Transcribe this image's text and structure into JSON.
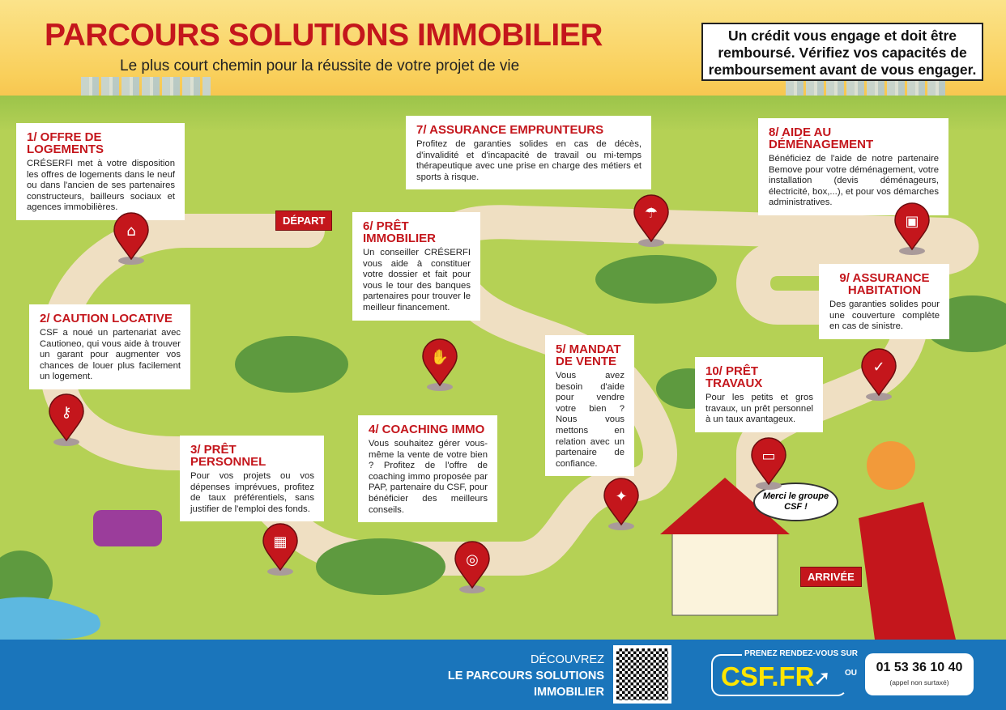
{
  "header": {
    "title": "PARCOURS SOLUTIONS IMMOBILIER",
    "subtitle": "Le plus court chemin pour la réussite de votre projet de vie",
    "warning": "Un crédit vous engage et doit être remboursé. Vérifiez vos capacités de remboursement avant de vous engager."
  },
  "signs": {
    "start": "DÉPART",
    "end": "ARRIVÉE",
    "bubble": "Merci le groupe CSF !"
  },
  "steps": [
    {
      "title": "1/ OFFRE DE LOGEMENTS",
      "text": "CRÉSERFI met à votre disposition les offres de logements dans le neuf ou dans l'ancien de ses partenaires constructeurs, bailleurs sociaux et agences immobilières.",
      "icon": "house-icon"
    },
    {
      "title": "2/ CAUTION LOCATIVE",
      "text": "CSF a noué un partenariat avec Cautioneo, qui vous aide à trouver un garant pour augmenter vos chances de louer plus facilement un logement.",
      "icon": "key-icon"
    },
    {
      "title": "3/ PRÊT PERSONNEL",
      "text": "Pour vos projets ou vos dépenses imprévues, profitez de taux préférentiels, sans justifier de l'emploi des fonds.",
      "icon": "calculator-icon"
    },
    {
      "title": "4/ COACHING IMMO",
      "text": "Vous souhaitez gérer vous-même la vente de votre bien ? Profitez de l'offre de coaching immo proposée par PAP, partenaire du CSF, pour bénéficier des meilleurs conseils.",
      "icon": "target-icon"
    },
    {
      "title": "5/ MANDAT DE VENTE",
      "text": "Vous avez besoin d'aide pour vendre votre bien ? Nous vous mettons en relation avec un partenaire de confiance.",
      "icon": "handshake-icon"
    },
    {
      "title": "6/ PRÊT IMMOBILIER",
      "text": "Un conseiller CRÉSERFI vous aide à constituer votre dossier et fait pour vous le tour des banques partenaires pour trouver le meilleur financement.",
      "icon": "hand-coins-icon"
    },
    {
      "title": "7/ ASSURANCE EMPRUNTEURS",
      "text": "Profitez de garanties solides en cas de décès, d'invalidité et d'incapacité de travail ou mi-temps thérapeutique avec une prise en charge des métiers et sports à risque.",
      "icon": "umbrella-icon"
    },
    {
      "title": "8/ AIDE AU DÉMÉNAGEMENT",
      "text": "Bénéficiez de l'aide de notre partenaire Bemove pour votre déménagement, votre installation (devis déménageurs, électricité, box,...), et pour vos démarches administratives.",
      "icon": "box-icon"
    },
    {
      "title": "9/ ASSURANCE HABITATION",
      "text": "Des garanties solides pour une couverture complète en cas de sinistre.",
      "icon": "shield-check-icon"
    },
    {
      "title": "10/ PRÊT TRAVAUX",
      "text": "Pour les petits et gros travaux, un prêt personnel à un taux avantageux.",
      "icon": "paint-roller-icon"
    }
  ],
  "footer": {
    "discover_line1": "DÉCOUVREZ",
    "discover_line2": "LE PARCOURS SOLUTIONS",
    "discover_line3": "IMMOBILIER",
    "rdv_label": "PRENEZ RENDEZ-VOUS SUR",
    "site": "CSF.FR",
    "or": "OU",
    "phone": "01 53 36 10 40",
    "phone_note": "(appel non surtaxé)"
  },
  "colors": {
    "brand_red": "#c4161c",
    "footer_blue": "#1a75bb",
    "site_yellow": "#ffe500",
    "path": "#efdfc2"
  }
}
